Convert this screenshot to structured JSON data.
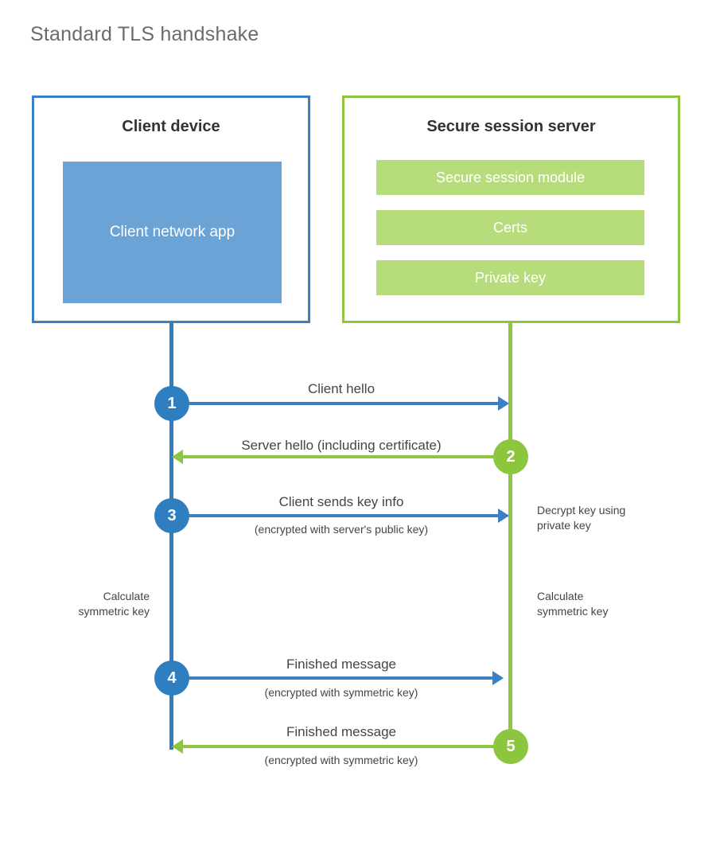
{
  "title": "Standard TLS handshake",
  "colors": {
    "client_accent": "#3b7fc4",
    "client_fill": "#6ba3d6",
    "client_circle": "#2f7ec0",
    "server_accent": "#8cc63f",
    "server_fill": "#b7dc7c",
    "text": "#454545",
    "title_text": "#6b6b6b",
    "background": "#ffffff"
  },
  "client": {
    "title": "Client device",
    "app_label": "Client network\napp"
  },
  "server": {
    "title": "Secure session server",
    "components": [
      {
        "label": "Secure session module"
      },
      {
        "label": "Certs"
      },
      {
        "label": "Private key"
      }
    ]
  },
  "steps": [
    {
      "number": "1",
      "label": "Client hello",
      "sub": "",
      "direction": "client-to-server",
      "color": "blue"
    },
    {
      "number": "2",
      "label": "Server hello (including certificate)",
      "sub": "",
      "direction": "server-to-client",
      "color": "green"
    },
    {
      "number": "3",
      "label": "Client sends key info",
      "sub": "(encrypted with server's public key)",
      "direction": "client-to-server",
      "color": "blue"
    },
    {
      "number": "4",
      "label": "Finished message",
      "sub": "(encrypted with symmetric key)",
      "direction": "client-to-server",
      "color": "blue"
    },
    {
      "number": "5",
      "label": "Finished message",
      "sub": "(encrypted with symmetric key)",
      "direction": "server-to-client",
      "color": "green"
    }
  ],
  "annotations": {
    "server_decrypt": "Decrypt key using\nprivate key",
    "client_calculate": "Calculate\nsymmetric key",
    "server_calculate": "Calculate\nsymmetric key"
  }
}
